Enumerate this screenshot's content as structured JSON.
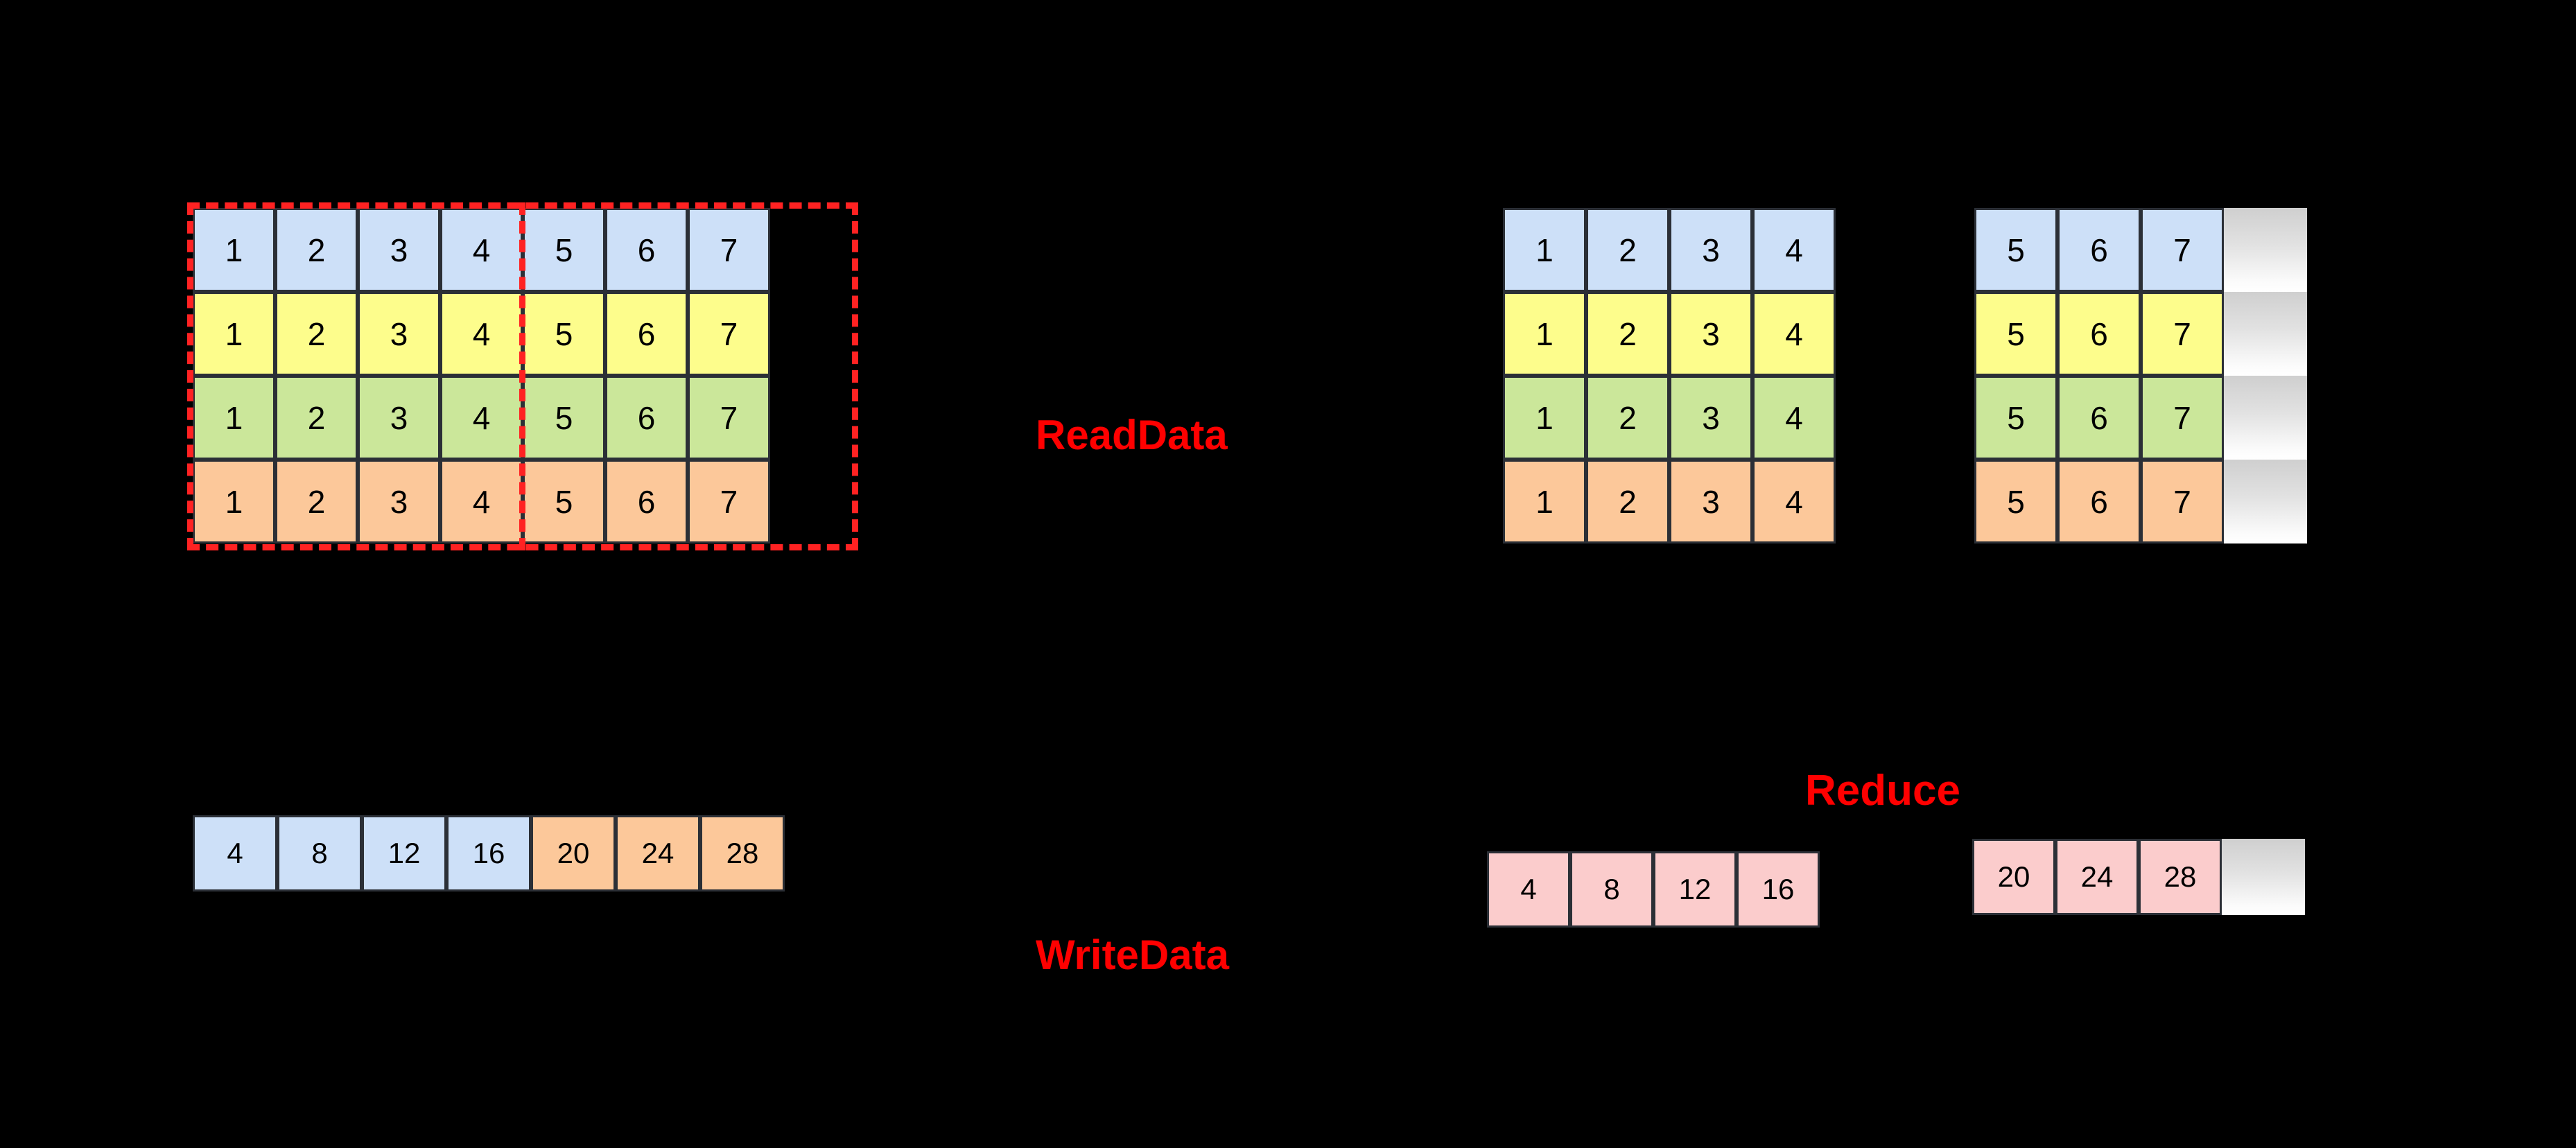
{
  "colors": {
    "background": "#000000",
    "accent_red": "#ff0000",
    "cell_border": "#2b2f36",
    "blue": "#cde0f8",
    "yellow": "#fdfd8c",
    "green": "#cbe79a",
    "orange": "#fcc89a",
    "pink": "#fbcccc",
    "pad_gradient_top": "#cfcfcf",
    "pad_gradient_bottom": "#ffffff"
  },
  "labels": {
    "read_data": "ReadData",
    "write_data": "WriteData",
    "reduce": "Reduce"
  },
  "source_matrix": {
    "row_colors": [
      "blue",
      "yellow",
      "green",
      "orange"
    ],
    "rows": [
      [
        "1",
        "2",
        "3",
        "4",
        "5",
        "6",
        "7"
      ],
      [
        "1",
        "2",
        "3",
        "4",
        "5",
        "6",
        "7"
      ],
      [
        "1",
        "2",
        "3",
        "4",
        "5",
        "6",
        "7"
      ],
      [
        "1",
        "2",
        "3",
        "4",
        "5",
        "6",
        "7"
      ]
    ]
  },
  "read_matrix_a": {
    "row_colors": [
      "blue",
      "yellow",
      "green",
      "orange"
    ],
    "rows": [
      [
        "1",
        "2",
        "3",
        "4"
      ],
      [
        "1",
        "2",
        "3",
        "4"
      ],
      [
        "1",
        "2",
        "3",
        "4"
      ],
      [
        "1",
        "2",
        "3",
        "4"
      ]
    ]
  },
  "read_matrix_b": {
    "row_colors": [
      "blue",
      "yellow",
      "green",
      "orange"
    ],
    "rows": [
      [
        "5",
        "6",
        "7",
        ""
      ],
      [
        "5",
        "6",
        "7",
        ""
      ],
      [
        "5",
        "6",
        "7",
        ""
      ],
      [
        "5",
        "6",
        "7",
        ""
      ]
    ]
  },
  "result_row": {
    "cells": [
      {
        "value": "4",
        "color": "blue"
      },
      {
        "value": "8",
        "color": "blue"
      },
      {
        "value": "12",
        "color": "blue"
      },
      {
        "value": "16",
        "color": "blue"
      },
      {
        "value": "20",
        "color": "orange"
      },
      {
        "value": "24",
        "color": "orange"
      },
      {
        "value": "28",
        "color": "orange"
      }
    ]
  },
  "reduce_row_a": {
    "cells": [
      {
        "value": "4",
        "color": "pink"
      },
      {
        "value": "8",
        "color": "pink"
      },
      {
        "value": "12",
        "color": "pink"
      },
      {
        "value": "16",
        "color": "pink"
      }
    ]
  },
  "reduce_row_b": {
    "cells": [
      {
        "value": "20",
        "color": "pink"
      },
      {
        "value": "24",
        "color": "pink"
      },
      {
        "value": "28",
        "color": "pink"
      },
      {
        "value": "",
        "color": "pad"
      }
    ]
  }
}
